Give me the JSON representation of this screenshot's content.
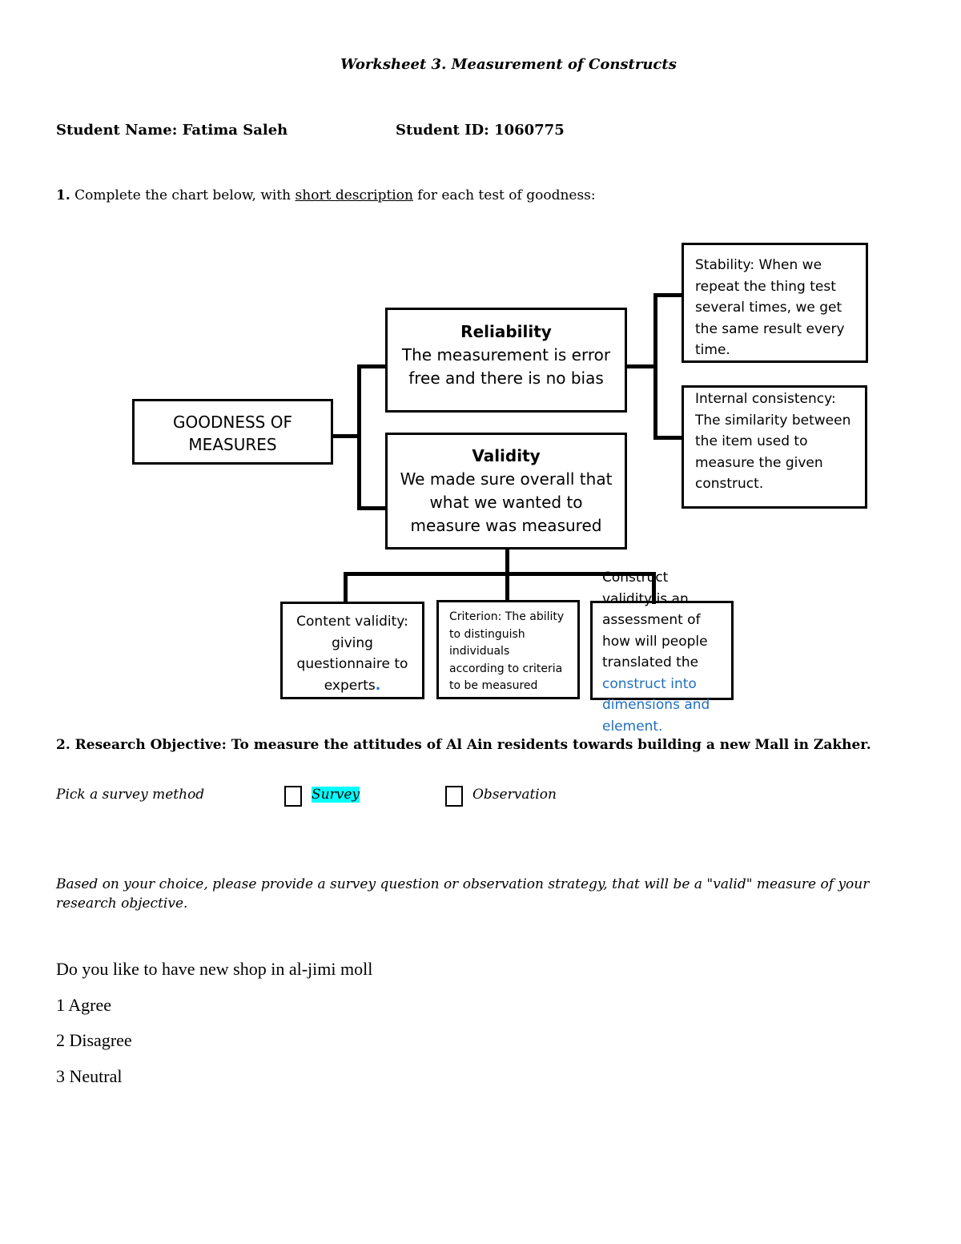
{
  "header": {
    "title": "Worksheet 3. Measurement of Constructs",
    "student_name": "Student Name: Fatima Saleh",
    "student_id": "Student ID: 1060775"
  },
  "question1": {
    "number": "1.",
    "before": " Complete the chart below, with ",
    "underlined": "short description",
    "after": " for each test of goodness:"
  },
  "diagram": {
    "root": {
      "line1": "GOODNESS OF",
      "line2": "MEASURES"
    },
    "reliability": {
      "title": "Reliability",
      "desc1": "The measurement is error",
      "desc2": "free and there is no bias"
    },
    "validity": {
      "title": "Validity",
      "desc1": "We made sure overall that",
      "desc2": "what we wanted to",
      "desc3": "measure was measured"
    },
    "stability": {
      "l1": "Stability: When we",
      "l2": "repeat the thing test",
      "l3": "several times, we get",
      "l4": "the same result every",
      "l5": "time."
    },
    "internal": {
      "l1": "Internal consistency:",
      "l2": "The similarity between",
      "l3": "the item used to",
      "l4": "measure the given",
      "l5": "construct."
    },
    "content": {
      "l1": "Content validity:",
      "l2": "giving",
      "l3": "questionnaire to",
      "l4": "experts",
      "l4_dot": "."
    },
    "criterion": {
      "l1": "Criterion: The ability",
      "l2": "to distinguish",
      "l3": "individuals",
      "l4": "according to criteria",
      "l5": "to be measured"
    },
    "construct": {
      "l1": "Construct",
      "l2": "validity is an",
      "l3": "assessment of",
      "l4": "how will people",
      "l5": "translated the",
      "l6": "construct into",
      "l7": "dimensions and",
      "l8": "element."
    }
  },
  "question2": {
    "objective": "2. Research Objective: To measure the attitudes of Al Ain residents towards building a new Mall in Zakher.",
    "pick_label": "Pick a survey method",
    "option_survey": "Survey",
    "option_observation": "Observation",
    "instruction": "Based on your choice, please provide a survey question or observation strategy, that will be a \"valid\" measure of your research objective."
  },
  "answer": {
    "question": "Do you like to have new shop in al-jimi moll",
    "options": [
      "1 Agree",
      "2 Disagree",
      "3 Neutral"
    ]
  },
  "colors": {
    "highlight": "#00ffff",
    "construct_blue": "#1f6fc0"
  }
}
